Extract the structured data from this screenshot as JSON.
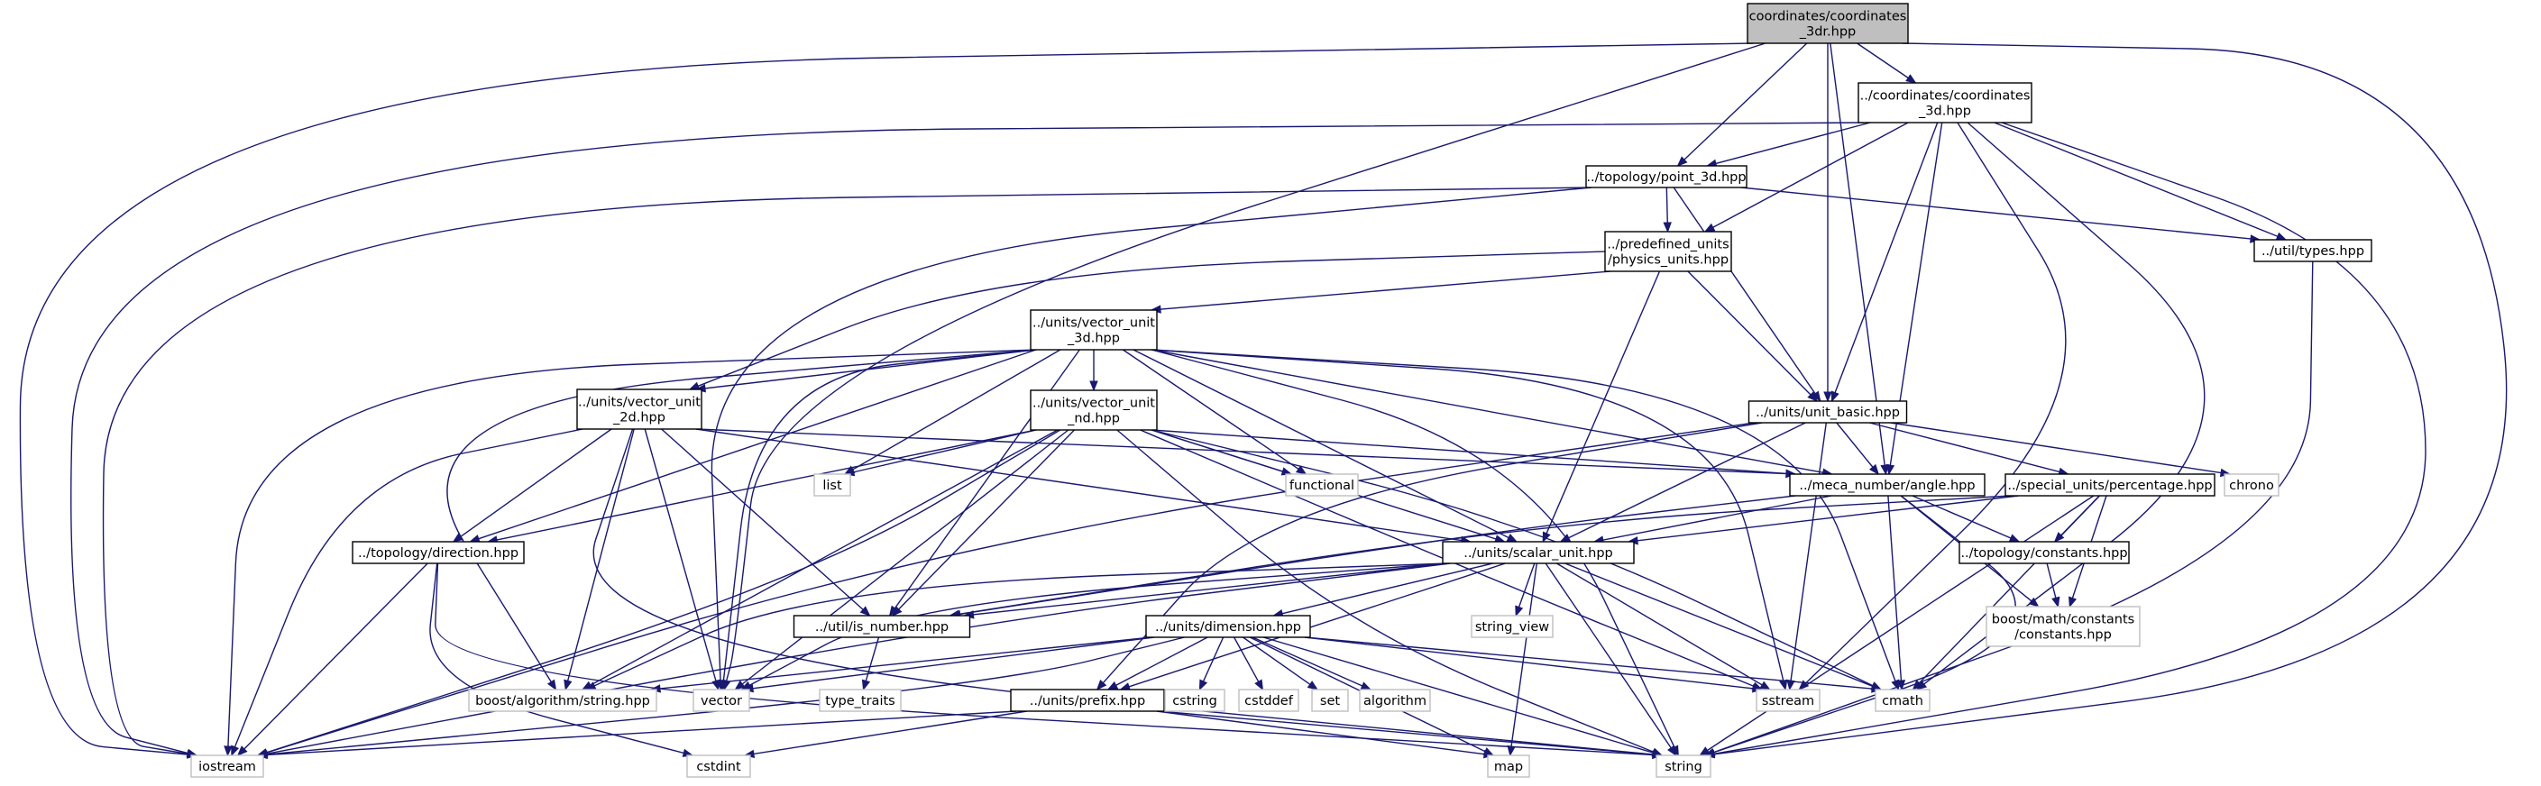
{
  "colors": {
    "edge": "#191970",
    "root_fill": "#bfbfbf",
    "node_border": "#000000",
    "external_border": "#bfbfbf",
    "text": "#000000"
  },
  "nodes": {
    "root": "coordinates/coordinates\n_3dr.hpp",
    "coords3d": "../coordinates/coordinates\n_3d.hpp",
    "point3d": "../topology/point_3d.hpp",
    "types": "../util/types.hpp",
    "physics": "../predefined_units\n/physics_units.hpp",
    "vec3d": "../units/vector_unit\n_3d.hpp",
    "unitbasic": "../units/unit_basic.hpp",
    "vec2d": "../units/vector_unit\n_2d.hpp",
    "vecnd": "../units/vector_unit\n_nd.hpp",
    "list": "list",
    "functional": "functional",
    "chrono": "chrono",
    "angle": "../meca_number/angle.hpp",
    "percentage": "../special_units/percentage.hpp",
    "direction": "../topology/direction.hpp",
    "scalar": "../units/scalar_unit.hpp",
    "constants": "../topology/constants.hpp",
    "boostconst": "boost/math/constants\n/constants.hpp",
    "isnumber": "../util/is_number.hpp",
    "dimension": "../units/dimension.hpp",
    "stringview": "string_view",
    "typetraits": "type_traits",
    "boostalgo": "boost/algorithm/string.hpp",
    "vector": "vector",
    "prefix": "../units/prefix.hpp",
    "cstring": "cstring",
    "cstddef": "cstddef",
    "set": "set",
    "algorithm": "algorithm",
    "sstream": "sstream",
    "cmath": "cmath",
    "iostream": "iostream",
    "cstdint": "cstdint",
    "map": "map",
    "string": "string"
  }
}
